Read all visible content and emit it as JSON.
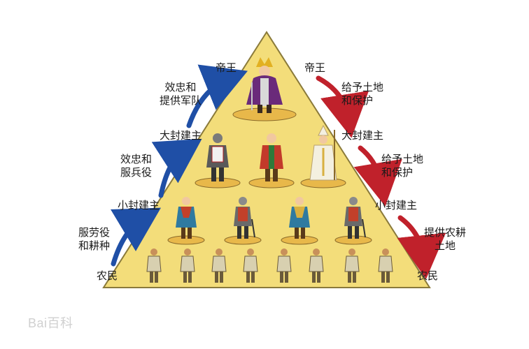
{
  "colors": {
    "pyramid_fill": "#f3dd7a",
    "pyramid_stroke": "#8a7a3a",
    "left_arrow": "#1f4fa6",
    "right_arrow": "#c0212b",
    "pedestal": "#e8b84a"
  },
  "labels": {
    "left": {
      "emperor": "帝王",
      "duty_top": [
        "效忠和",
        "提供军队"
      ],
      "great_lord": "大封建主",
      "duty_mid": [
        "效忠和",
        "服兵役"
      ],
      "small_lord": "小封建主",
      "duty_low": [
        "服劳役",
        "和耕种"
      ],
      "peasant": "农民"
    },
    "right": {
      "emperor": "帝王",
      "grant_top": [
        "给予土地",
        "和保护"
      ],
      "great_lord": "大封建主",
      "grant_mid": [
        "给予土地",
        "和保护"
      ],
      "small_lord": "小封建主",
      "grant_low": [
        "提供农耕",
        "土地"
      ],
      "peasant": "农民"
    }
  },
  "figures": {
    "top": [
      "emperor-icon"
    ],
    "tier2": [
      "knight-icon",
      "lord-icon",
      "bishop-icon"
    ],
    "tier3": [
      "lord-icon",
      "knight-icon",
      "lord-icon",
      "knight-icon"
    ],
    "tier4": [
      "peasant-icon",
      "peasant-icon",
      "peasant-icon",
      "peasant-icon",
      "peasant-icon",
      "peasant-icon",
      "peasant-icon",
      "peasant-icon"
    ]
  },
  "watermark": "Bai百科"
}
